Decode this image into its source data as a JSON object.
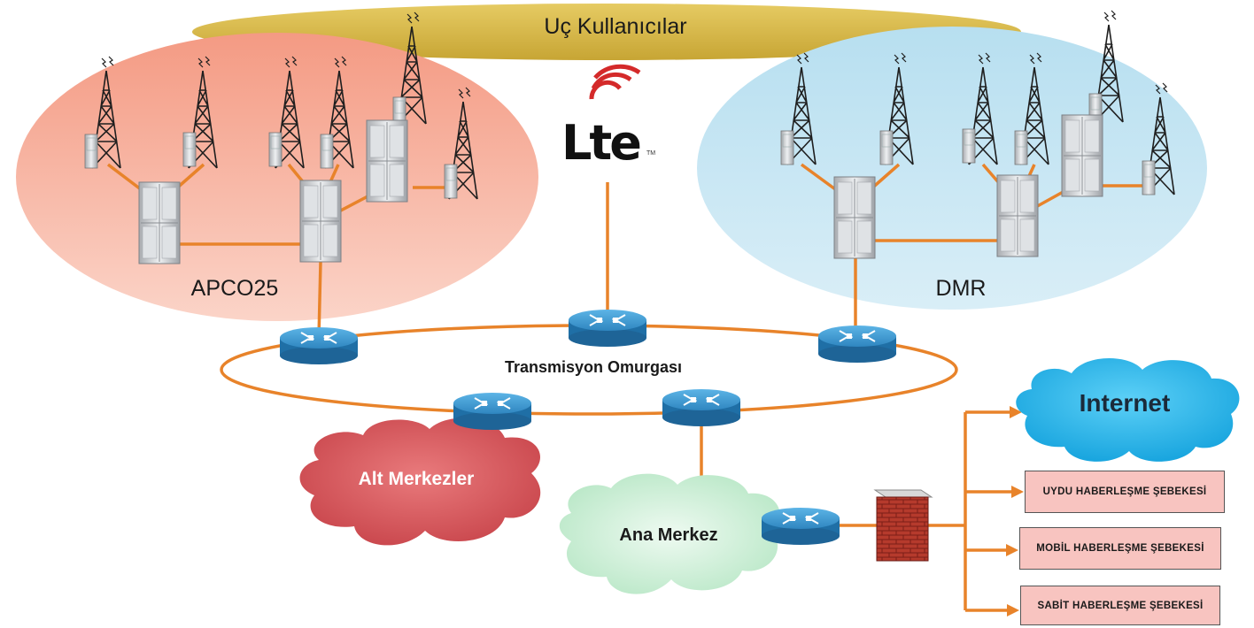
{
  "labels": {
    "end_users": "Uç Kullanıcılar",
    "apco25": "APCO25",
    "dmr": "DMR",
    "lte": "Lte",
    "lte_tm": "TM",
    "backbone": "Transmisyon Omurgası",
    "sub_centers": "Alt Merkezler",
    "main_center": "Ana Merkez",
    "internet": "Internet"
  },
  "networks": [
    "UYDU HABERLEŞME ŞEBEKESİ",
    "MOBİL HABERLEŞME ŞEBEKESİ",
    "SABİT HABERLEŞME ŞEBEKESİ"
  ],
  "colors": {
    "link": "#e8832a",
    "apco_zone": "#f7a08e",
    "dmr_zone": "#bfe3f2",
    "end_users_band": "#d8b942",
    "router": "#3a8fc9",
    "alt_cloud": "#d9555a",
    "ana_cloud": "#c9efd6",
    "internet_cloud": "#23b5ea",
    "network_box": "#f8c4c0"
  }
}
